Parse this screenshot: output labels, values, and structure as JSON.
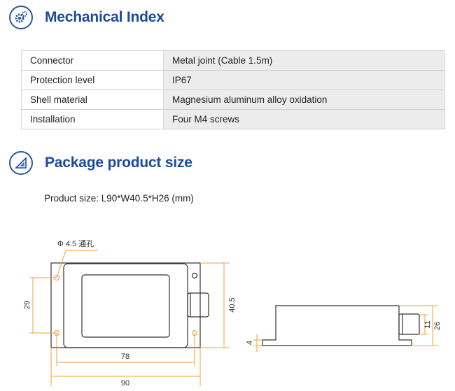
{
  "sections": {
    "mechanical": {
      "title": "Mechanical Index",
      "icon": "gears-icon"
    },
    "package": {
      "title": "Package product size",
      "icon": "set-square-icon"
    }
  },
  "table": [
    {
      "label": "Connector",
      "value": "Metal joint  (Cable 1.5m)"
    },
    {
      "label": "Protection level",
      "value": "IP67"
    },
    {
      "label": "Shell material",
      "value": "Magnesium aluminum alloy oxidation"
    },
    {
      "label": "Installation",
      "value": "Four M4 screws"
    }
  ],
  "product_size": "Product size:  L90*W40.5*H26  (mm)",
  "drawing": {
    "hole_label": "Φ 4.5 通孔",
    "dims": {
      "height": "40.5",
      "hole_spacing_v": "29",
      "hole_spacing_h": "78",
      "length": "90",
      "base": "4",
      "connector": "11",
      "total_height": "26"
    }
  },
  "colors": {
    "accent": "#1b4a9e",
    "dimension": "#f0a030"
  }
}
